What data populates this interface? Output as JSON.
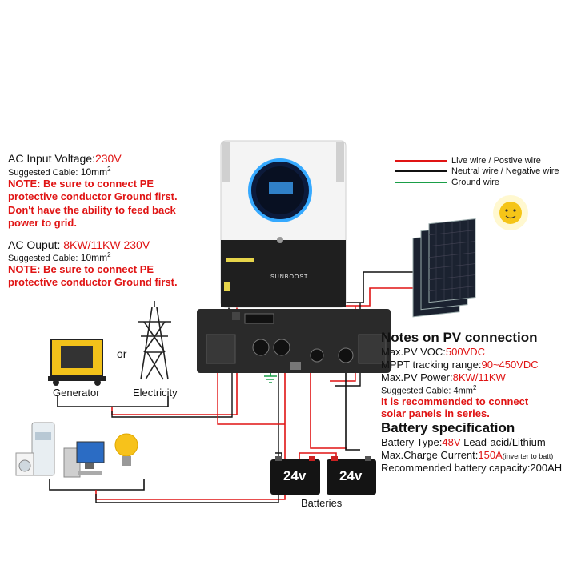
{
  "colors": {
    "live": "#e01414",
    "neutral": "#111111",
    "ground": "#1a9e48",
    "accent_red": "#e01414",
    "inverter_top": "#f4f4f4",
    "inverter_bottom": "#1f1f1f"
  },
  "ac_input": {
    "label": "AC Input Voltage:",
    "value": "230V",
    "cable_label": "Suggested Cable:",
    "cable_value": "10mm",
    "cable_sup": "2",
    "note1": "NOTE: Be sure to connect PE",
    "note2": "protective conductor Ground first.",
    "note3": "Don't have the ability to feed back",
    "note4": "power to grid."
  },
  "ac_output": {
    "label": "AC Ouput: ",
    "value": "8KW/11KW 230V",
    "cable_label": "Suggested Cable:",
    "cable_value": "10mm",
    "cable_sup": "2",
    "note1": "NOTE: Be sure to connect PE",
    "note2": "protective conductor Ground first."
  },
  "legend": {
    "live": "Live wire / Postive wire",
    "neutral": "Neutral wire / Negative wire",
    "ground": "Ground wire"
  },
  "brand": {
    "logo": "SUNBOOST"
  },
  "sources": {
    "generator": "Generator",
    "or": "or",
    "electricity": "Electricity"
  },
  "pv": {
    "title": "Notes on PV connection",
    "voc_label": "Max.PV VOC:",
    "voc_value": "500VDC",
    "mppt_label": "MPPT tracking range:",
    "mppt_value": "90~450VDC",
    "power_label": "Max.PV Power:",
    "power_value": "8KW/11KW",
    "cable_label": "Suggested Cable: 4mm",
    "cable_sup": "2",
    "rec1": "It is recommended to connect",
    "rec2": "solar panels in series."
  },
  "battery": {
    "title": "Battery specification",
    "type_label": "Battery Type:",
    "type_value": "48V",
    "type_rest": " Lead-acid/Lithium",
    "charge_label": "Max.Charge Current:",
    "charge_value": "150A",
    "charge_note": "(inverter to batt)",
    "capacity": "Recommended battery capacity:200AH",
    "unit1": "24v",
    "unit2": "24v",
    "caption": "Batteries"
  }
}
